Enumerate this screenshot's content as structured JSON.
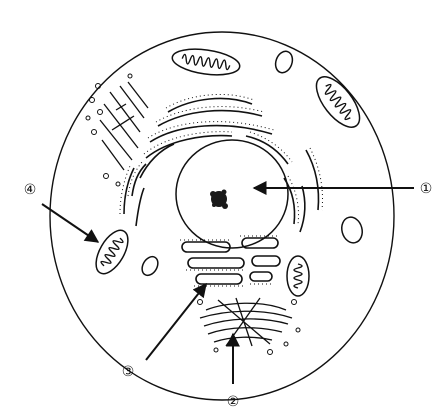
{
  "labels": [
    {
      "id": "label-1",
      "text": "①",
      "structure": "nucleus"
    },
    {
      "id": "label-2",
      "text": "②",
      "structure": "golgi-apparatus"
    },
    {
      "id": "label-3",
      "text": "③",
      "structure": "rough-endoplasmic-reticulum"
    },
    {
      "id": "label-4",
      "text": "④",
      "structure": "mitochondrion"
    }
  ]
}
